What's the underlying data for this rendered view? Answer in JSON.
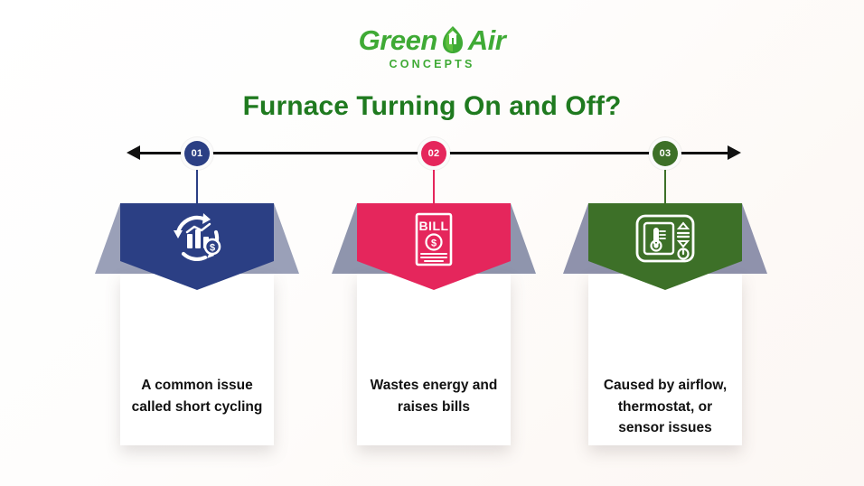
{
  "brand": {
    "name_part1": "Green",
    "name_part2": "Air",
    "tagline": "CONCEPTS",
    "logo_icon": "leaf-house-icon",
    "color": "#3faa35"
  },
  "header": {
    "title": "Furnace Turning On and Off?",
    "title_color": "#1f7a1f"
  },
  "timeline": {
    "left_arrow_icon": "arrow-left-icon",
    "right_arrow_icon": "arrow-right-icon",
    "line_color": "#111111",
    "nodes": [
      {
        "label": "01",
        "color": "#2b3f84"
      },
      {
        "label": "02",
        "color": "#e5265c"
      },
      {
        "label": "03",
        "color": "#3d7028"
      }
    ]
  },
  "cards": [
    {
      "number": "01",
      "text": "A common issue called short cycling",
      "banner_color": "#2b3f84",
      "wing_color": "#9aa0b8",
      "icon": "recycle-bar-chart-dollar-icon"
    },
    {
      "number": "02",
      "text": "Wastes energy and raises bills",
      "banner_color": "#e5265c",
      "wing_color": "#8f95ad",
      "icon": "bill-dollar-document-icon",
      "icon_label": "BILL"
    },
    {
      "number": "03",
      "text": "Caused by airflow, thermostat, or sensor issues",
      "banner_color": "#3d7028",
      "wing_color": "#8f92ac",
      "icon": "thermostat-control-icon"
    }
  ]
}
